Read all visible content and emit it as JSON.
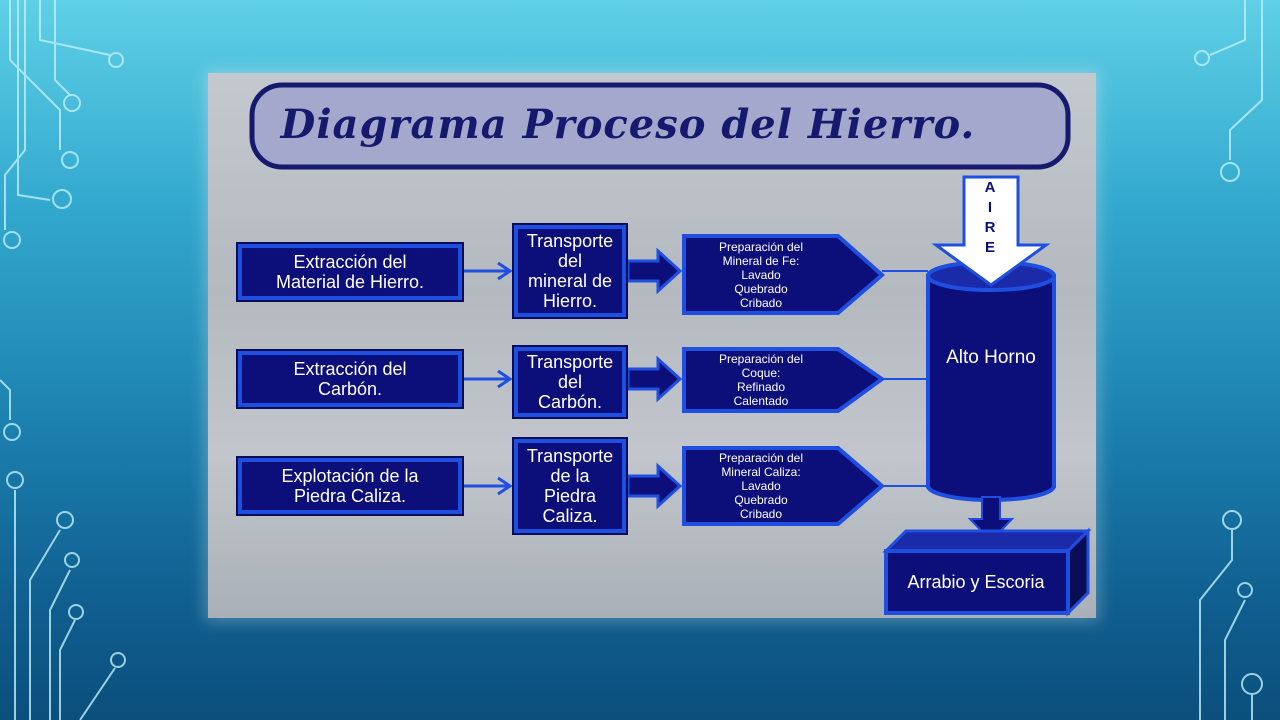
{
  "title": "Diagrama Proceso del Hierro.",
  "colors": {
    "box_fill": "#0c0f7a",
    "box_border": "#1f4fe0",
    "title_fill": "#a3a8cc",
    "title_text": "#161a6e",
    "background_top": "#5fd0e6",
    "background_bottom": "#0b4f7c"
  },
  "rows": [
    {
      "source": "Extracción del\nMaterial de Hierro.",
      "transport": "Transporte\ndel\nmineral de\nHierro.",
      "preparation": "Preparación del\nMineral de Fe:\nLavado\nQuebrado\nCribado"
    },
    {
      "source": "Extracción del\nCarbón.",
      "transport": "Transporte\ndel\nCarbón.",
      "preparation": "Preparación del\nCoque:\nRefinado\nCalentado"
    },
    {
      "source": "Explotación de la\nPiedra Caliza.",
      "transport": "Transporte\nde la\nPiedra\nCaliza.",
      "preparation": "Preparación del\nMineral Caliza:\nLavado\nQuebrado\nCribado"
    }
  ],
  "air_input": [
    "A",
    "I",
    "R",
    "E"
  ],
  "furnace": "Alto Horno",
  "output": "Arrabio y Escoria"
}
